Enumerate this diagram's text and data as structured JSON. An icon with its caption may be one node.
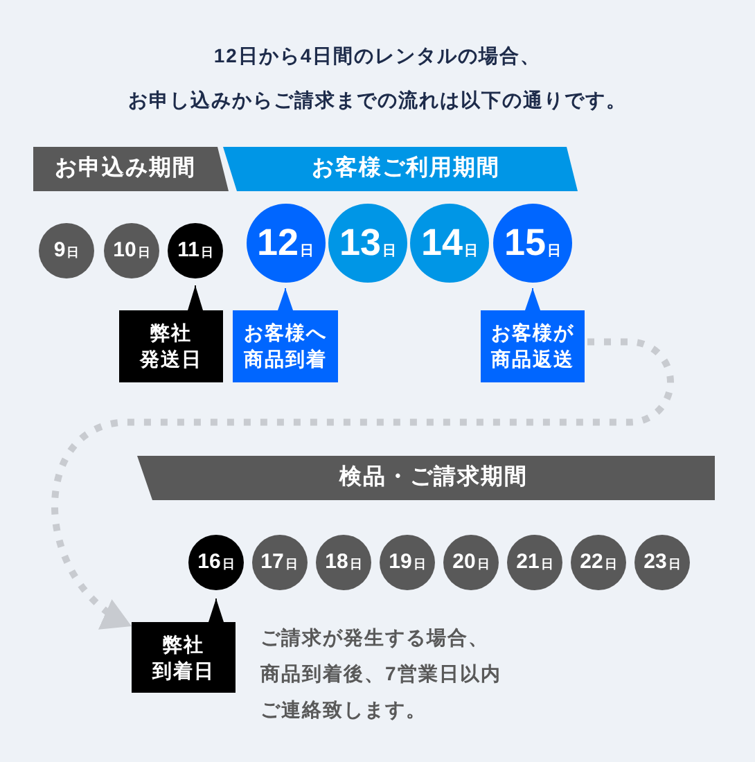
{
  "diagram": {
    "title": "12日から4日間のレンタルの場合、お申し込みからご請求までの流れは以下の通りです。",
    "nodes": [
      {
        "text": [
          "お申込み期間"
        ]
      },
      {
        "text": [
          "お客様ご利用期間"
        ]
      },
      {
        "text": [
          "9日"
        ]
      },
      {
        "text": [
          "10日"
        ]
      },
      {
        "text": [
          "11日"
        ]
      },
      {
        "text": [
          "12日"
        ]
      },
      {
        "text": [
          "13日"
        ]
      },
      {
        "text": [
          "14日"
        ]
      },
      {
        "text": [
          "15日"
        ]
      },
      {
        "text": [
          "弊社発送日"
        ]
      },
      {
        "text": [
          "お客様へ商品到着"
        ]
      },
      {
        "text": [
          "お客様が商品返送"
        ]
      },
      {
        "text": [
          "検品・ご請求期間"
        ]
      },
      {
        "text": [
          "16日"
        ]
      },
      {
        "text": [
          "17日"
        ]
      },
      {
        "text": [
          "18日"
        ]
      },
      {
        "text": [
          "19日"
        ]
      },
      {
        "text": [
          "20日"
        ]
      },
      {
        "text": [
          "21日"
        ]
      },
      {
        "text": [
          "22日"
        ]
      },
      {
        "text": [
          "23日"
        ]
      },
      {
        "text": [
          "弊社到着日"
        ]
      }
    ],
    "edges": [
      {
        "from": 9,
        "to": 4,
        "arrow": "to",
        "color": "#000000"
      },
      {
        "from": 10,
        "to": 5,
        "arrow": "to",
        "color": "#0066ff"
      },
      {
        "from": 11,
        "to": 8,
        "arrow": "to",
        "color": "#0066ff"
      },
      {
        "from": 11,
        "to": 21,
        "arrow": "to",
        "style": "dashed",
        "color": "#c8cbd0"
      },
      {
        "from": 21,
        "to": 13,
        "arrow": "to",
        "color": "#000000"
      }
    ],
    "labels": [
      "ご請求が発生する場合、商品到着後、7営業日以内ご連絡致します。"
    ]
  }
}
